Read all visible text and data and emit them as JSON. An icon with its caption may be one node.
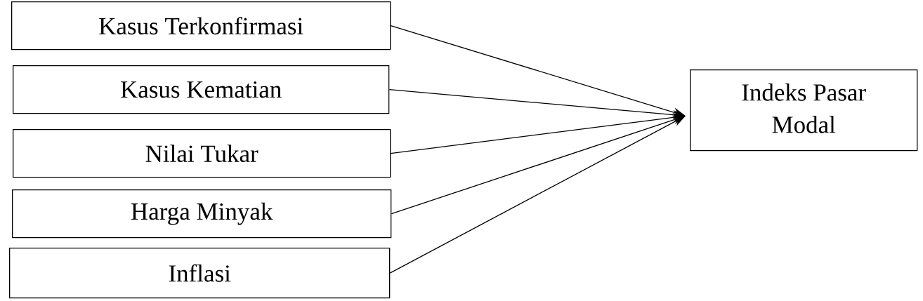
{
  "diagram": {
    "nodes": [
      {
        "text": [
          "Kasus Terkonfirmasi"
        ]
      },
      {
        "text": [
          "Kasus Kematian"
        ]
      },
      {
        "text": [
          "Nilai Tukar"
        ]
      },
      {
        "text": [
          "Harga Minyak"
        ]
      },
      {
        "text": [
          "Inflasi"
        ]
      },
      {
        "text": [
          "Indeks Pasar Modal"
        ]
      }
    ],
    "edges": [
      {
        "from": 0,
        "to": 5,
        "arrow": "to"
      },
      {
        "from": 1,
        "to": 5,
        "arrow": "to"
      },
      {
        "from": 2,
        "to": 5,
        "arrow": "to"
      },
      {
        "from": 3,
        "to": 5,
        "arrow": "to"
      },
      {
        "from": 4,
        "to": 5,
        "arrow": "to"
      }
    ]
  }
}
